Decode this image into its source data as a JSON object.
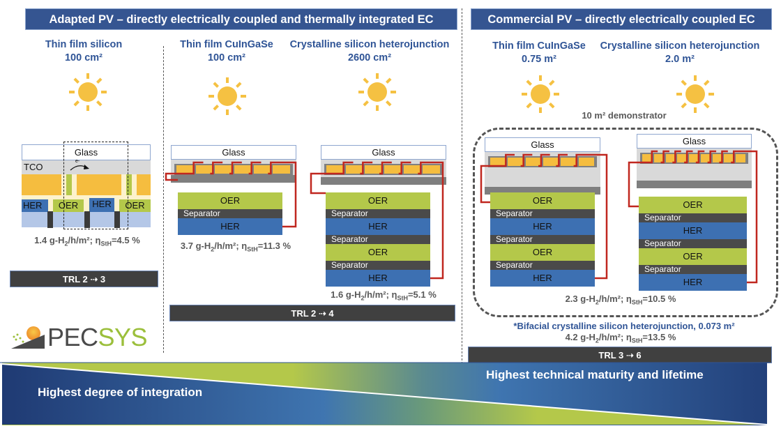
{
  "headers": {
    "adapted": "Adapted PV – directly electrically coupled and thermally integrated EC",
    "commercial": "Commercial PV – directly electrically coupled EC"
  },
  "devices": [
    {
      "id": "tf-si",
      "name": "Thin film silicon",
      "area": "100 cm²",
      "perf_main": "1.4 g-H",
      "perf_tail": "/h/m²; η",
      "perf_eff": "=4.5 %"
    },
    {
      "id": "tf-cigs-small",
      "name": "Thin film CuInGaSe",
      "area": "100 cm²",
      "perf_main": "3.7 g-H",
      "perf_tail": "/h/m²; η",
      "perf_eff": "=11.3 %"
    },
    {
      "id": "shj-small",
      "name": "Crystalline silicon heterojunction",
      "area": "2600 cm²",
      "perf_main": "1.6 g-H",
      "perf_tail": "/h/m²; η",
      "perf_eff": "=5.1 %"
    },
    {
      "id": "tf-cigs-large",
      "name": "Thin film CuInGaSe",
      "area": "0.75 m²"
    },
    {
      "id": "shj-large",
      "name": "Crystalline silicon heterojunction",
      "area": "2.0 m²"
    }
  ],
  "subscripts": {
    "h2": "2",
    "sth": "StH"
  },
  "layers": {
    "glass": "Glass",
    "tco": "TCO",
    "oer": "OER",
    "her": "HER",
    "separator": "Separator",
    "electron": "e-"
  },
  "demonstrator": {
    "label": "10 m² demonstrator",
    "perf_main": "2.3 g-H",
    "perf_tail": "/h/m²; η",
    "perf_eff": "=10.5 %"
  },
  "bifacial": {
    "label": "*Bifacial crystalline silicon heterojunction, 0.073 m²",
    "perf_main": "4.2 g-H",
    "perf_tail": "/h/m²; η",
    "perf_eff": "=13.5 %"
  },
  "trl": {
    "a": "TRL 2 ⇢ 3",
    "b": "TRL 2 ⇢ 4",
    "c": "TRL 3 ⇢ 6"
  },
  "logo": {
    "part1": "PEC",
    "part2": "SYS"
  },
  "bottom": {
    "left": "Highest degree of integration",
    "right": "Highest technical maturity and lifetime"
  },
  "colors": {
    "header_blue": "#355591",
    "title_blue": "#2f5496",
    "sun": "#f5c142",
    "oer": "#b4c84a",
    "her": "#3d70b2",
    "separator": "#4a4a4a",
    "wire": "#c0271f",
    "trl_bar": "#404040",
    "logo_green": "#9bbf3b"
  }
}
